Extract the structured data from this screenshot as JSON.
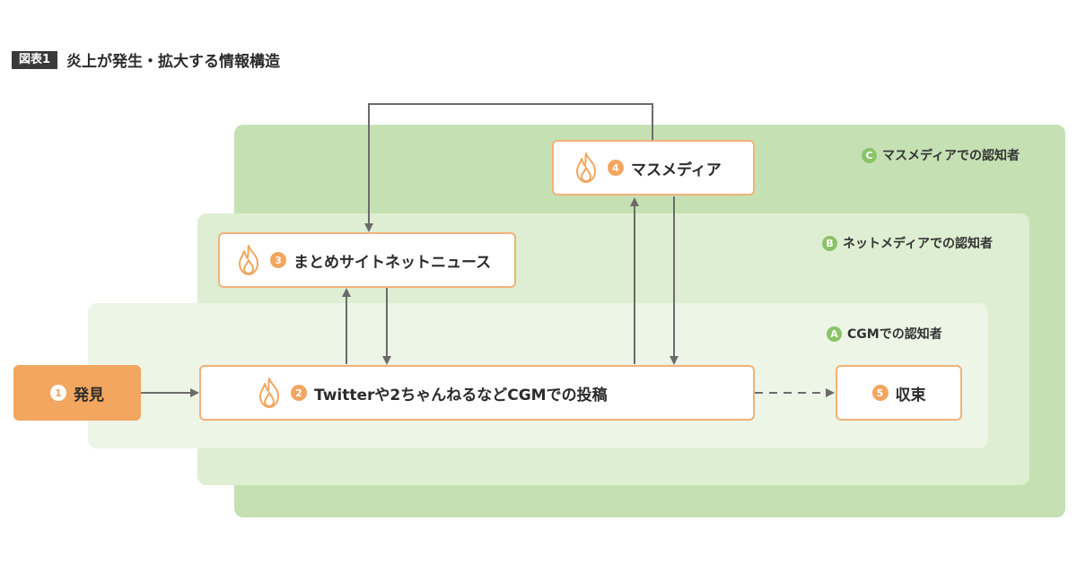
{
  "header": {
    "tag": "図表1",
    "title": "炎上が発生・拡大する情報構造"
  },
  "zones": {
    "c": {
      "badge": "C",
      "label": "マスメディアでの認知者"
    },
    "b": {
      "badge": "B",
      "label": "ネットメディアでの認知者"
    },
    "a": {
      "badge": "A",
      "label": "CGMでの認知者"
    }
  },
  "nodes": {
    "discovery": {
      "num": "1",
      "label": "発見"
    },
    "cgm_post": {
      "num": "2",
      "label": "Twitterや2ちゃんねるなどCGMでの投稿"
    },
    "matome": {
      "num": "3",
      "label": "まとめサイトネットニュース"
    },
    "mass_media": {
      "num": "4",
      "label": "マスメディア"
    },
    "convergence": {
      "num": "5",
      "label": "収束"
    }
  },
  "colors": {
    "zone_c": "#c5e1b4",
    "zone_b": "#deeed2",
    "zone_a": "#edf5e6",
    "accent_orange": "#f2a660",
    "node_border": "#f0b27a",
    "zone_badge_green": "#8cc36a",
    "arrow_gray": "#6b6b6b"
  },
  "icons": {
    "flame": "flame-icon"
  }
}
